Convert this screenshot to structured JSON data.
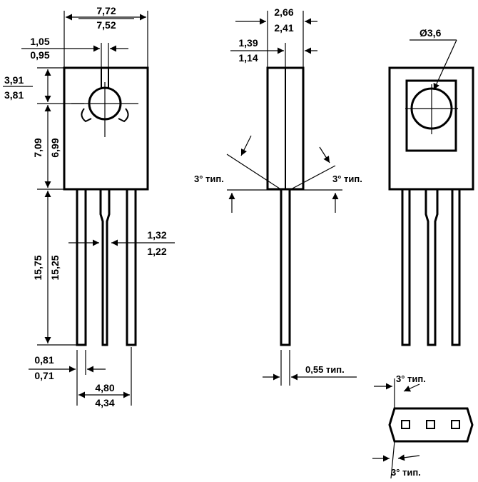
{
  "front_view": {
    "width_max": "7,72",
    "width_min": "7,52",
    "tab_notch_max": "1,05",
    "tab_notch_min": "0,95",
    "hole_offset_max": "3,91",
    "hole_offset_min": "3,81",
    "body_height_max": "7,09",
    "body_height_min": "6,99",
    "lead_length_max": "15,75",
    "lead_length_min": "15,25",
    "lead_width_max": "1,32",
    "lead_width_min": "1,22",
    "lead_thickness_max": "0,81",
    "lead_thickness_min": "0,71",
    "pitch_max": "4,80",
    "pitch_min": "4,34"
  },
  "side_view": {
    "thickness_max": "2,66",
    "thickness_min": "2,41",
    "lead_offset_max": "1,39",
    "lead_offset_min": "1,14",
    "draft_left": "3° тип.",
    "draft_right": "3° тип.",
    "lead_gap": "0,55 тип."
  },
  "back_view": {
    "hole_diameter": "Ø3,6"
  },
  "bottom_view": {
    "draft_top": "3° тип.",
    "draft_bottom": "3° тип."
  }
}
